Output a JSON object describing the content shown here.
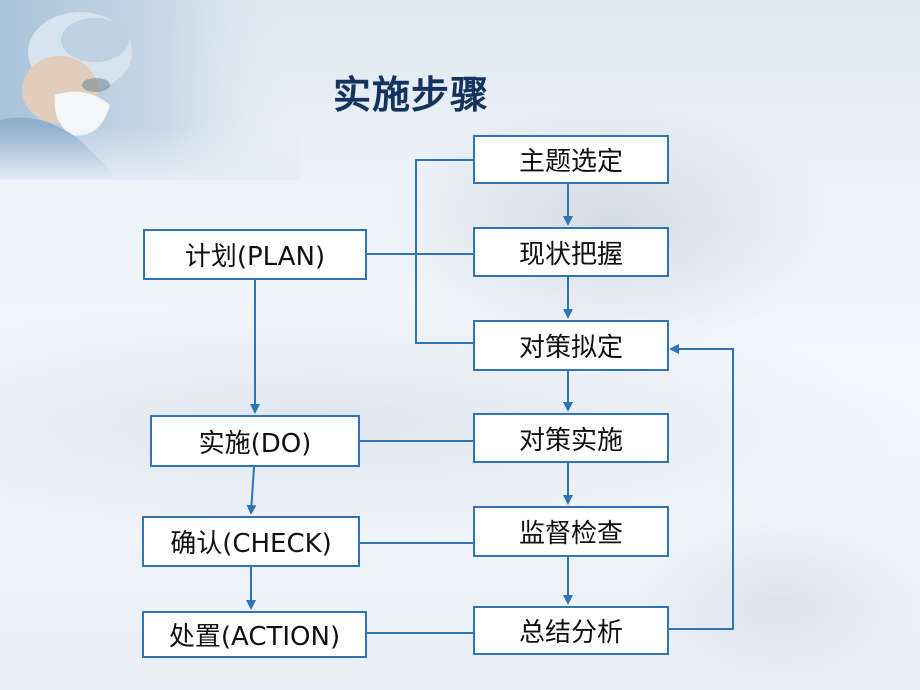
{
  "title": "实施步骤",
  "pdca_steps": [
    {
      "id": "plan",
      "label": "计划(PLAN)"
    },
    {
      "id": "do",
      "label": "实施(DO)"
    },
    {
      "id": "check",
      "label": "确认(CHECK)"
    },
    {
      "id": "action",
      "label": "处置(ACTION)"
    }
  ],
  "detail_steps": [
    {
      "id": "s1",
      "label": "主题选定"
    },
    {
      "id": "s2",
      "label": "现状把握"
    },
    {
      "id": "s3",
      "label": "对策拟定"
    },
    {
      "id": "s4",
      "label": "对策实施"
    },
    {
      "id": "s5",
      "label": "监督检查"
    },
    {
      "id": "s6",
      "label": "总结分析"
    }
  ],
  "colors": {
    "connector": "#2f75b5",
    "box_border": "#2f75b5",
    "title": "#14335f"
  },
  "background_image": "surgeon-with-mask-photo"
}
